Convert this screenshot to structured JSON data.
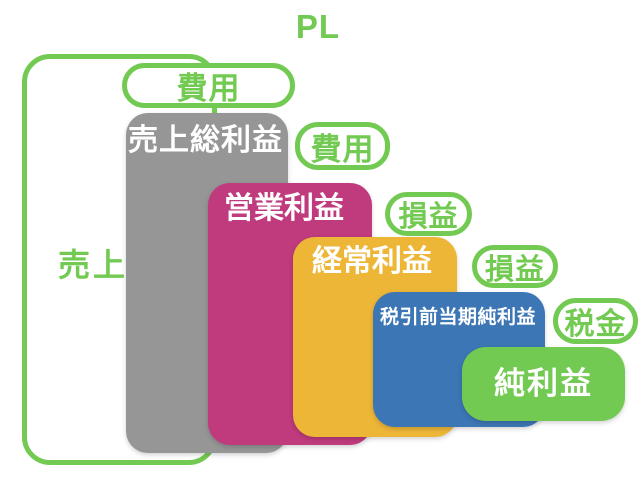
{
  "title": "PL",
  "outer_box": {
    "label": "売上"
  },
  "bars": [
    {
      "label": "売上総利益",
      "color_key": "gray"
    },
    {
      "label": "営業利益",
      "color_key": "magenta"
    },
    {
      "label": "経常利益",
      "color_key": "yellow"
    },
    {
      "label": "税引前当期純利益",
      "color_key": "blue"
    },
    {
      "label": "純利益",
      "color_key": "green"
    }
  ],
  "badges": {
    "expense_top": "費用",
    "expense_gross": "費用",
    "pl_operating": "損益",
    "pl_ordinary": "損益",
    "tax": "税金"
  },
  "colors": {
    "green": "#73ca52",
    "gray": "#969696",
    "magenta": "#bf3b7d",
    "yellow": "#edb637",
    "blue": "#3d76b5",
    "text_on_bar": "#ffffff",
    "background": "#ffffff"
  }
}
